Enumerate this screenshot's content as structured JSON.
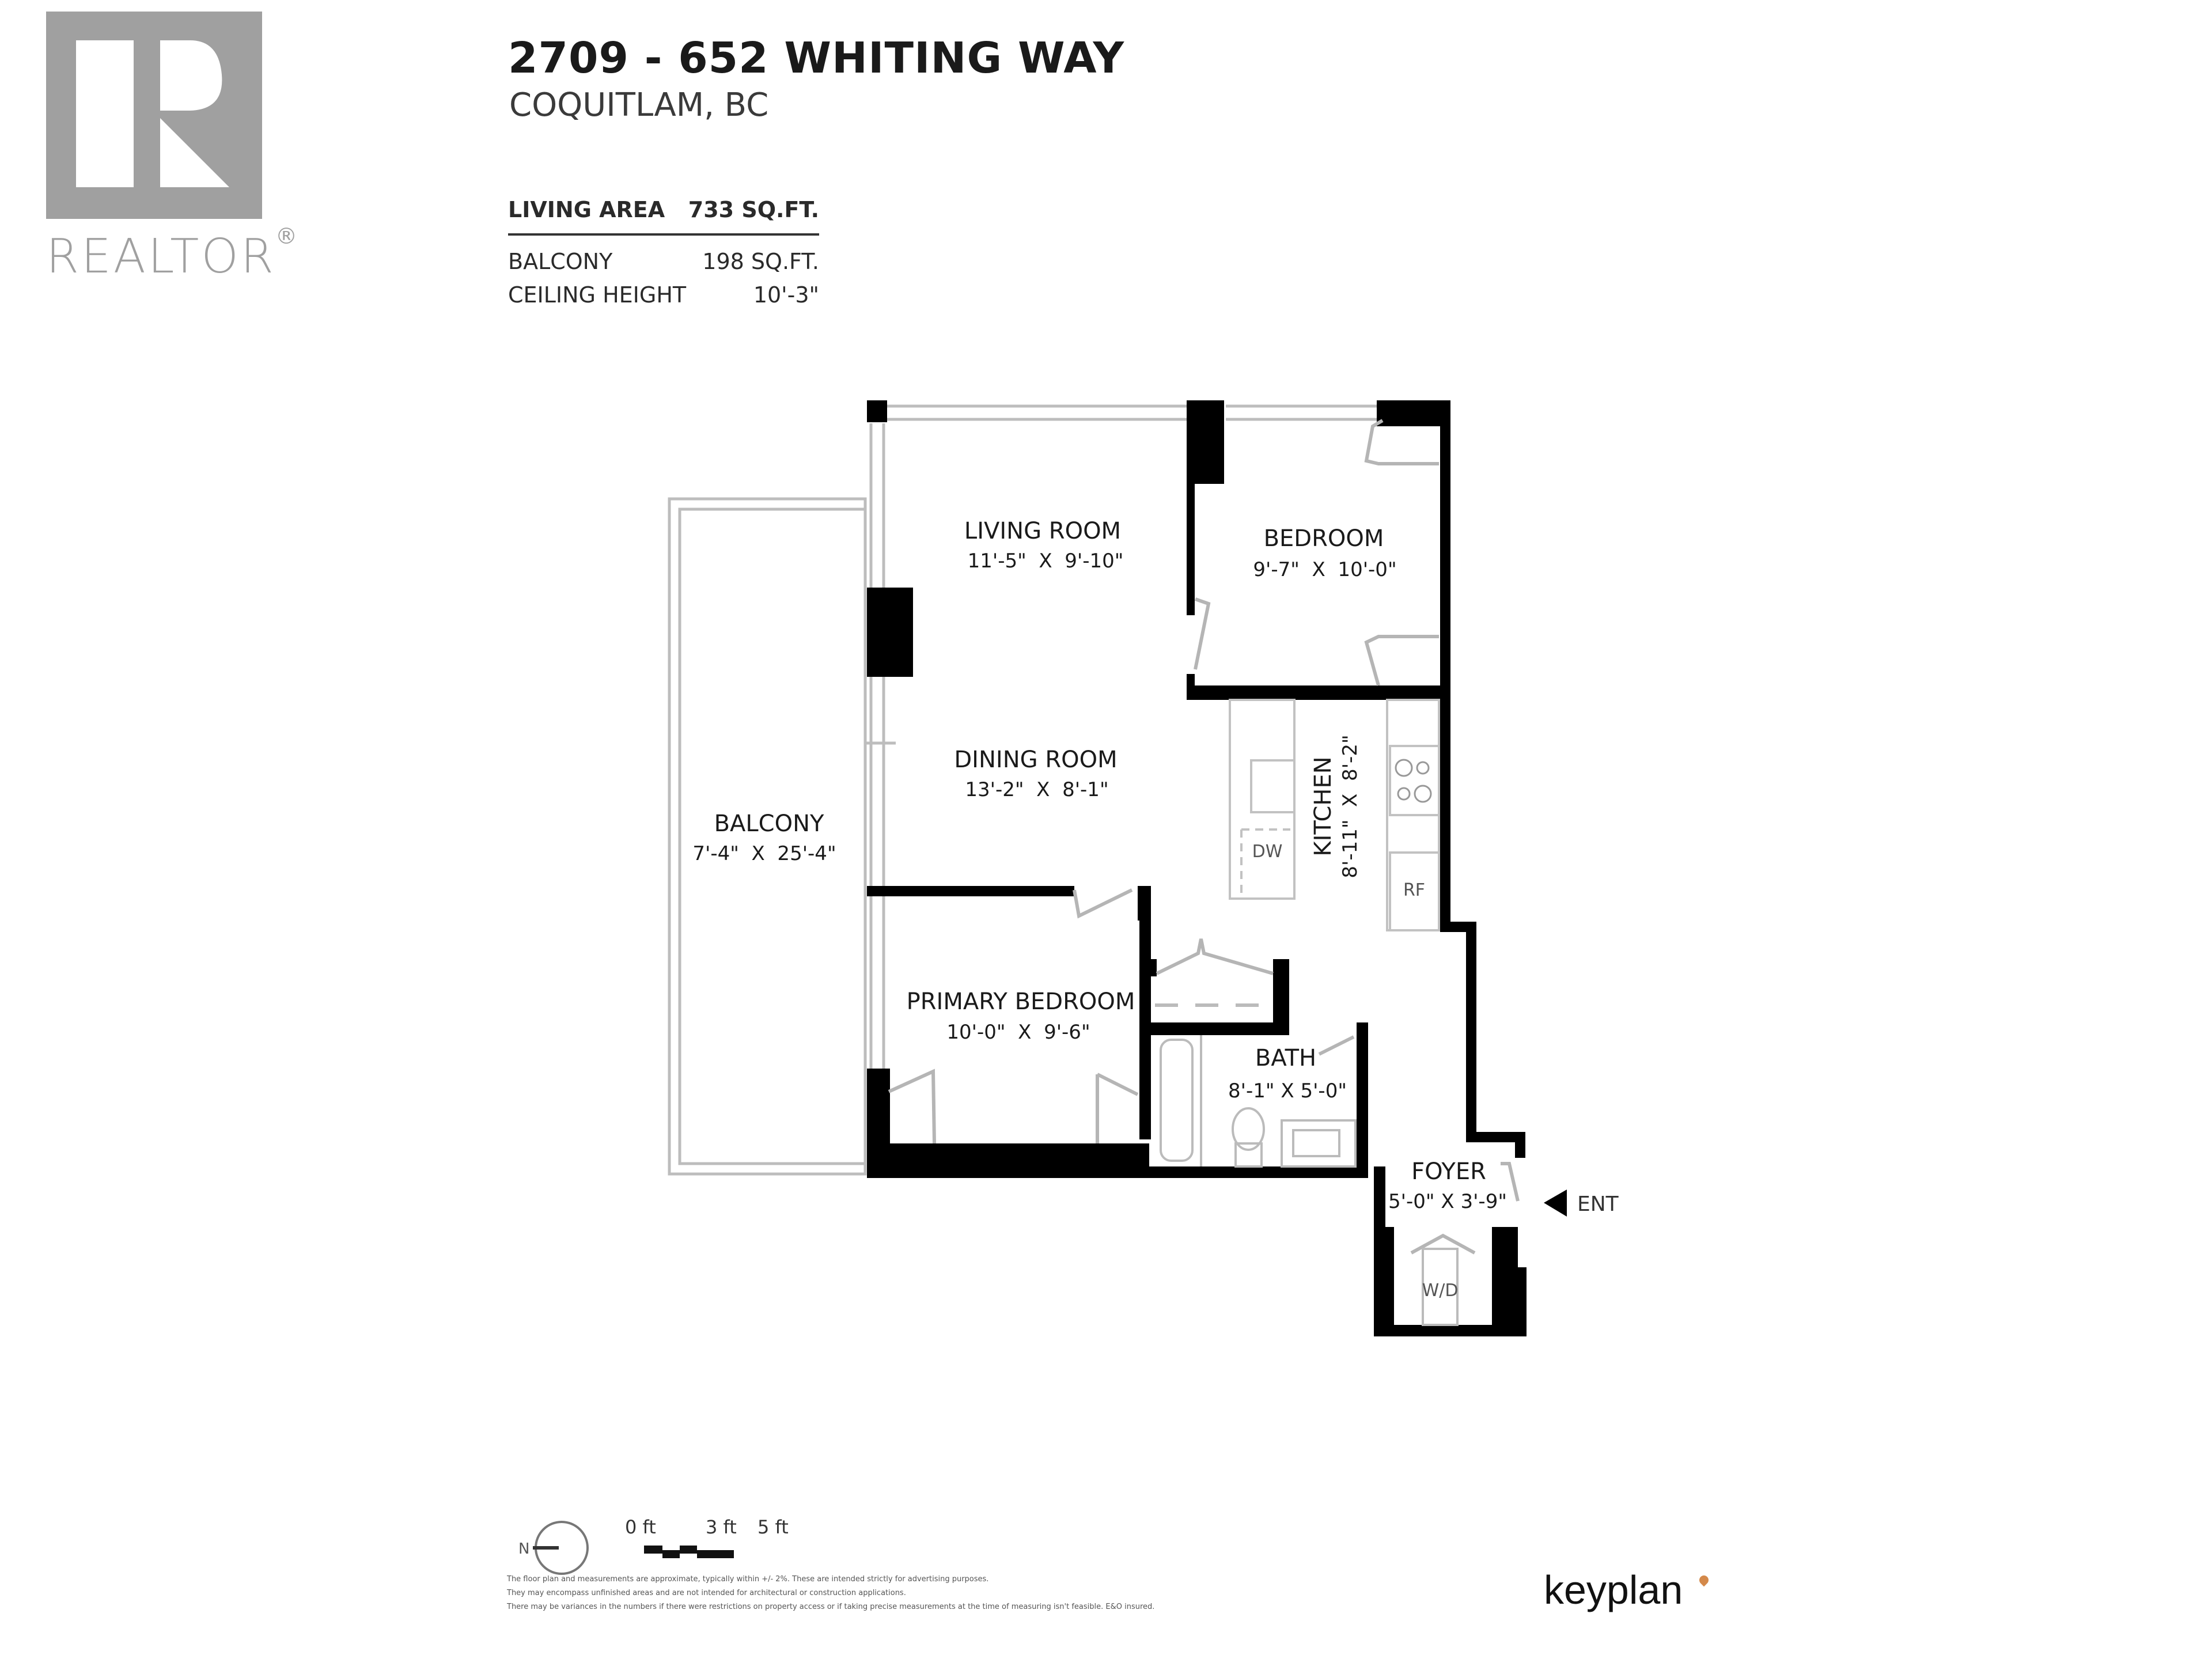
{
  "brand": {
    "realtor_text": "REALTOR",
    "realtor_mark": "®",
    "realtor_color": "#a0a0a0",
    "keyplan_text": "keyplan",
    "keyplan_accent": "#d4894a"
  },
  "header": {
    "title": "2709 - 652 WHITING WAY",
    "subtitle": "COQUITLAM, BC"
  },
  "stats": [
    {
      "label": "LIVING AREA",
      "value": "733 SQ.FT."
    },
    {
      "label": "BALCONY",
      "value": "198 SQ.FT."
    },
    {
      "label": "CEILING HEIGHT",
      "value": "10'-3\""
    }
  ],
  "rooms": {
    "living_room": {
      "name": "LIVING ROOM",
      "dims": "11'-5\"  X  9'-10\""
    },
    "bedroom": {
      "name": "BEDROOM",
      "dims": "9'-7\"  X  10'-0\""
    },
    "dining_room": {
      "name": "DINING ROOM",
      "dims": "13'-2\"  X  8'-1\""
    },
    "kitchen": {
      "name": "KITCHEN",
      "dims": "8'-11\"  X  8'-2\""
    },
    "balcony": {
      "name": "BALCONY",
      "dims": "7'-4\"  X  25'-4\""
    },
    "primary_bedroom": {
      "name": "PRIMARY BEDROOM",
      "dims": "10'-0\"  X  9'-6\""
    },
    "bath": {
      "name": "BATH",
      "dims": "8'-1\" X 5'-0\""
    },
    "foyer": {
      "name": "FOYER",
      "dims": "5'-0\" X 3'-9\""
    }
  },
  "fixtures": {
    "dishwasher": "DW",
    "refrigerator": "RF",
    "washer_dryer": "W/D"
  },
  "entrance": {
    "label": "ENT"
  },
  "legend": {
    "north_label": "N",
    "scale_ticks": [
      "0 ft",
      "3 ft",
      "5 ft"
    ]
  },
  "disclaimer": [
    "The floor plan and measurements are approximate, typically within +/- 2%. These are intended strictly for advertising purposes.",
    "They may encompass unfinished areas and are not intended for architectural or construction applications.",
    "There may be variances in the numbers if there were restrictions on property access or if taking precise measurements at the time of measuring isn't feasible. E&O insured."
  ]
}
